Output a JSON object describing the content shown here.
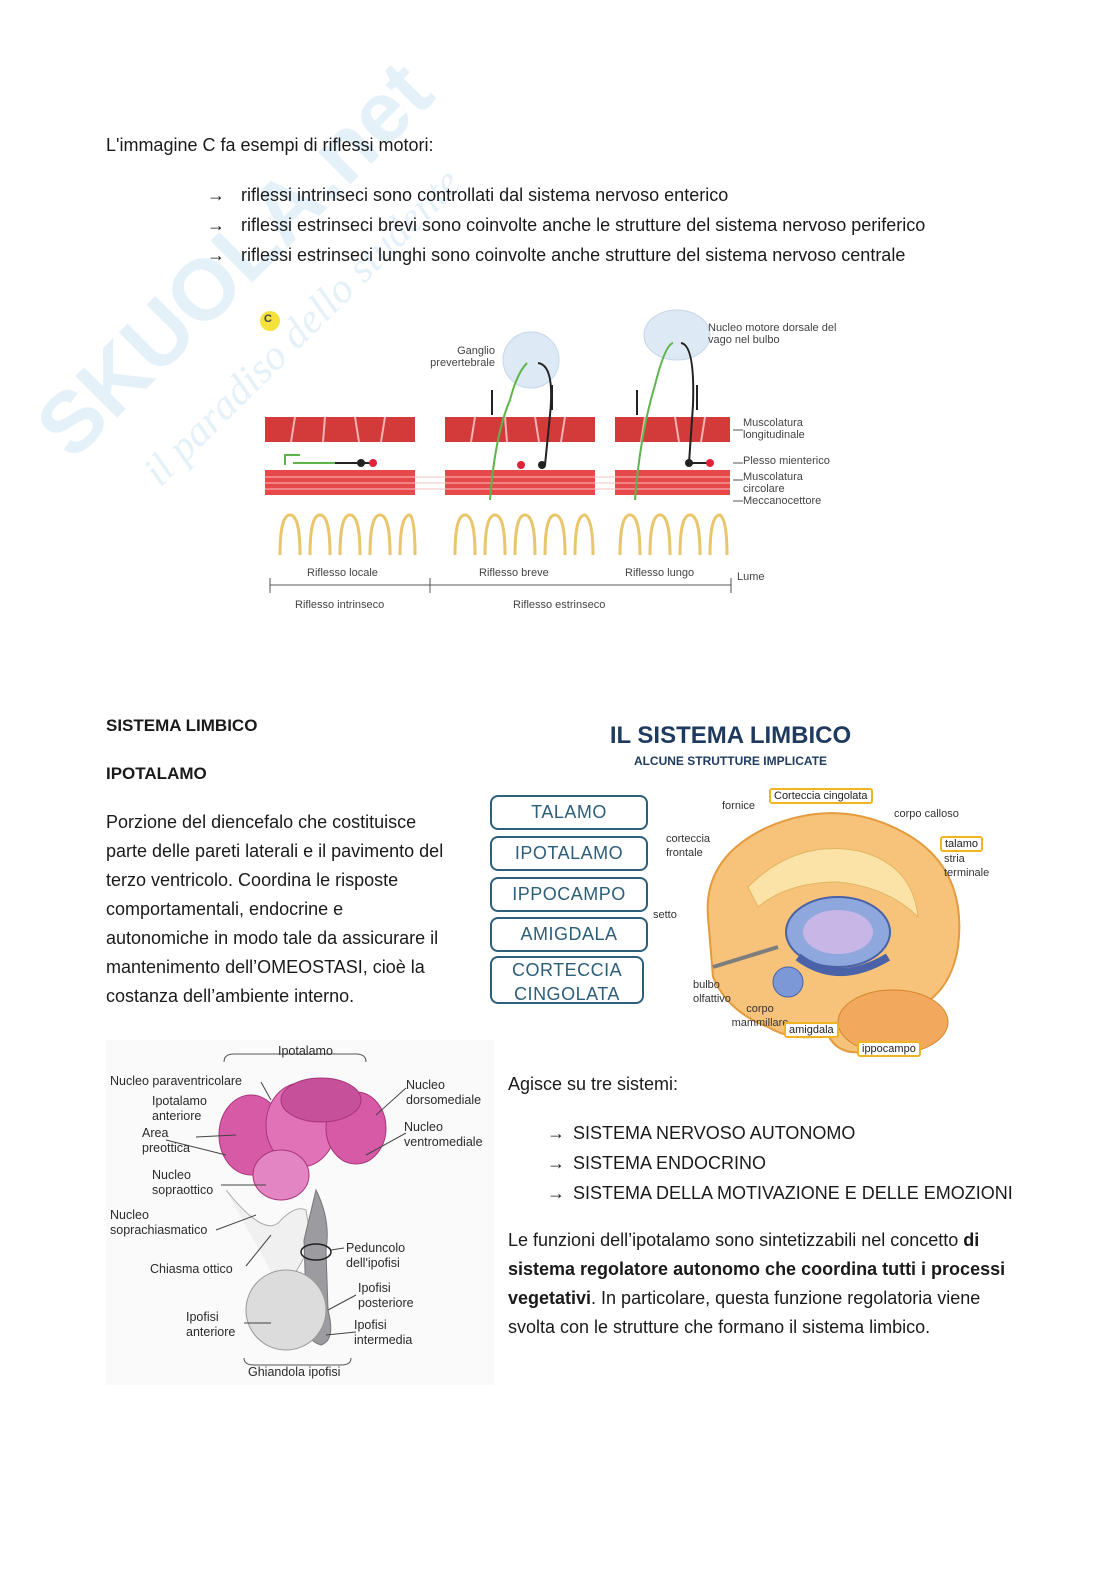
{
  "intro": "L'immagine C fa esempi di riflessi motori:",
  "reflex_list": [
    "riflessi intrinseci sono controllati dal sistema nervoso enterico",
    "riflessi estrinseci brevi sono coinvolte anche le strutture del sistema nervoso periferico",
    "riflessi estrinseci lunghi sono coinvolte anche strutture del sistema nervoso centrale"
  ],
  "arrow_glyph": "→",
  "figure_c": {
    "badge": "C",
    "ganglio": "Ganglio prevertebrale",
    "nucleo": "Nucleo motore dorsale del vago nel bulbo",
    "muscolatura_long": "Muscolatura longitudinale",
    "plesso": "Plesso mienterico",
    "muscolatura_circ": "Muscolatura circolare",
    "meccano": "Meccanocettore",
    "locale": "Riflesso locale",
    "breve": "Riflesso breve",
    "lungo": "Riflesso lungo",
    "lume": "Lume",
    "intrinseco": "Riflesso intrinseco",
    "estrinseco": "Riflesso estrinseco"
  },
  "heading_limbico": "SISTEMA LIMBICO",
  "heading_ipotalamo": "IPOTALAMO",
  "ipotalamo_text": [
    "Porzione del diencefalo che costituisce",
    "parte delle pareti laterali e il pavimento del",
    "terzo ventricolo. Coordina le risposte",
    "comportamentali, endocrine e",
    "autonomiche in modo tale da assicurare il",
    "mantenimento dell’OMEOSTASI, cioè la",
    "costanza dell’ambiente interno."
  ],
  "limbic_figure": {
    "title": "IL SISTEMA LIMBICO",
    "subtitle": "ALCUNE STRUTTURE IMPLICATE",
    "boxes": [
      "TALAMO",
      "IPOTALAMO",
      "IPPOCAMPO",
      "AMIGDALA",
      "CORTECCIA CINGOLATA"
    ],
    "labels": {
      "fornice": "fornice",
      "corteccia_cingolata": "Corteccia cingolata",
      "corpo_calloso": "corpo calloso",
      "corteccia_frontale": "corteccia frontale",
      "talamo": "talamo",
      "stria": "stria terminale",
      "setto": "setto",
      "bulbo": "bulbo olfattivo",
      "corpo_mammillare": "corpo mammillare",
      "amigdala": "amigdala",
      "ippocampo": "ippocampo"
    }
  },
  "hypo_figure": {
    "ipotalamo": "Ipotalamo",
    "paraventricolare": "Nucleo paraventricolare",
    "anteriore": "Ipotalamo anteriore",
    "area": "Area preottica",
    "sopraottico": "Nucleo sopraottico",
    "soprachiasmatico": "Nucleo soprachiasmatico",
    "chiasma": "Chiasma ottico",
    "ipofisi_anteriore": "Ipofisi anteriore",
    "dorsomediale": "Nucleo dorsomediale",
    "ventromediale": "Nucleo ventromediale",
    "peduncolo": "Peduncolo dell'ipofisi",
    "ipofisi_posteriore": "Ipofisi posteriore",
    "ipofisi_intermedia": "Ipofisi intermedia",
    "ghiandola": "Ghiandola ipofisi"
  },
  "agisce": "Agisce su tre sistemi:",
  "systems": [
    "SISTEMA NERVOSO AUTONOMO",
    "SISTEMA ENDOCRINO",
    "SISTEMA DELLA MOTIVAZIONE E DELLE EMOZIONI"
  ],
  "funzioni": {
    "part1": "Le funzioni dell’ipotalamo sono sintetizzabili nel concetto ",
    "bold": "di sistema regolatore autonomo che coordina tutti i processi vegetativi",
    "part2": ". In particolare, questa funzione regolatoria viene svolta con le strutture che formano il sistema limbico."
  },
  "watermark": {
    "brand": "SKUOLA.net",
    "tagline": "il paradiso dello studente"
  }
}
